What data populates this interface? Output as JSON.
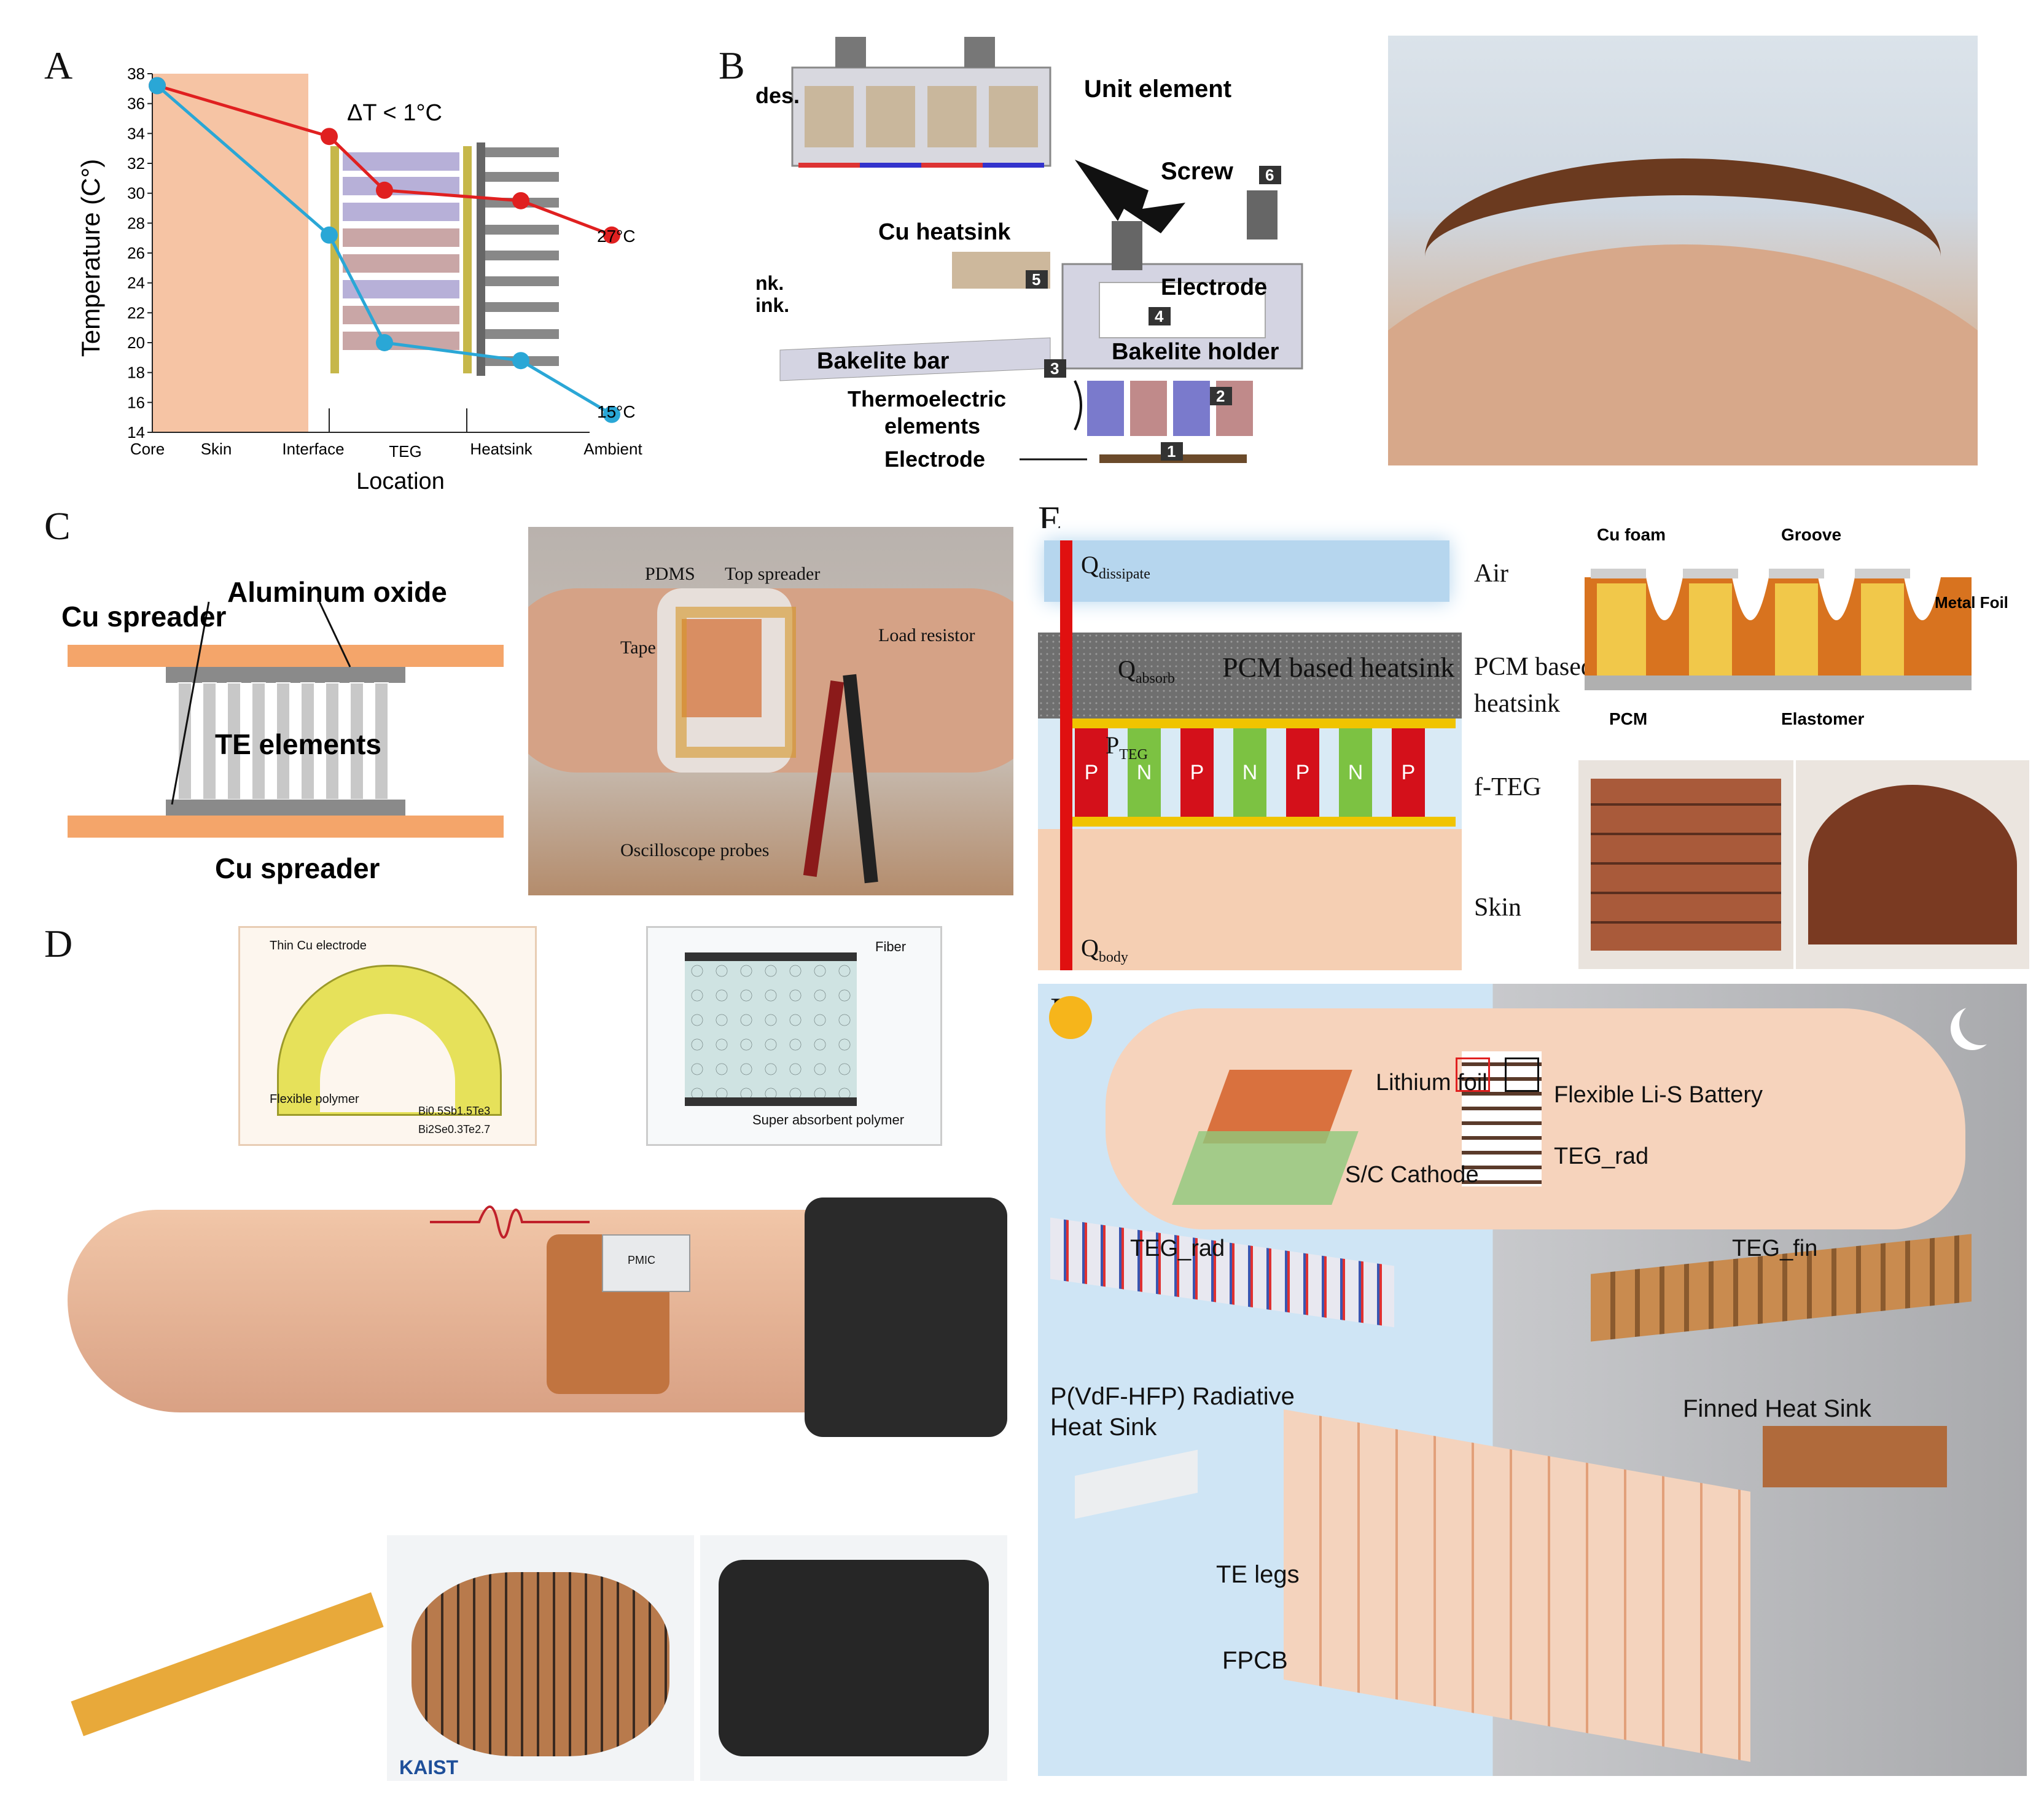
{
  "panels": {
    "A": {
      "letter": "A",
      "delta_label": "ΔT < 1°C",
      "right_label_top": "27°C",
      "right_label_bottom": "15°C",
      "x_ticks": [
        "Core",
        "Skin",
        "Interface",
        "TEG",
        "Heatsink",
        "Ambient"
      ],
      "xlabel": "Location",
      "ylabel": "Temperature (C°)"
    },
    "B": {
      "letter": "B",
      "labels": {
        "des": "des.",
        "unit": "Unit element",
        "screw": "Screw",
        "cu_heatsink": "Cu heatsink",
        "nk": "nk.",
        "ink": "ink.",
        "electrode_top": "Electrode",
        "bakelite_bar": "Bakelite bar",
        "bakelite_holder": "Bakelite holder",
        "thermo": "Thermoelectric",
        "elements": "elements",
        "electrode_bottom": "Electrode",
        "n1": "1",
        "n2": "2",
        "n3": "3",
        "n4": "4",
        "n5": "5",
        "n6": "6"
      }
    },
    "C": {
      "letter": "C",
      "labels": {
        "cu_top": "Cu spreader",
        "alox": "Aluminum oxide",
        "te": "TE elements",
        "cu_bottom": "Cu spreader",
        "pdms": "PDMS",
        "top_spreader": "Top spreader",
        "tape": "Tape",
        "load": "Load resistor",
        "osc": "Oscilloscope probes"
      }
    },
    "D": {
      "letter": "D",
      "labels": {
        "thin_cu": "Thin Cu electrode",
        "flex_poly": "Flexible polymer",
        "bi_sb": "Bi0.5Sb1.5Te3",
        "bi_se": "Bi2Se0.3Te2.7",
        "fiber": "Fiber",
        "sap": "Super absorbent polymer",
        "pmic": "PMIC",
        "kaist": "KAIST"
      }
    },
    "E": {
      "letter": "E",
      "labels": {
        "q_dissipate": "Q",
        "q_dissipate_sub": "dissipate",
        "q_absorb": "Q",
        "q_absorb_sub": "absorb",
        "pcm_heatsink": "PCM based heatsink",
        "p_teg": "P",
        "p_teg_sub": "TEG",
        "q_body": "Q",
        "q_body_sub": "body",
        "air": "Air",
        "pcm_based": "PCM based",
        "heatsink": "heatsink",
        "fteg": "f-TEG",
        "skin": "Skin",
        "cu_foam": "Cu foam",
        "groove": "Groove",
        "metal_foil": "Metal Foil",
        "pcm": "PCM",
        "elastomer": "Elastomer",
        "legs": [
          "P",
          "N",
          "P",
          "N",
          "P",
          "N",
          "P"
        ]
      }
    },
    "F": {
      "letter": "F",
      "labels": {
        "lithium": "Lithium foil",
        "sc": "S/C Cathode",
        "battery": "Flexible Li-S Battery",
        "teg_rad_top": "TEG_rad",
        "teg_rad": "TEG_rad",
        "teg_fin": "TEG_fin",
        "pvdf1": "P(VdF-HFP) Radiative",
        "pvdf2": "Heat Sink",
        "finned": "Finned Heat Sink",
        "te_legs": "TE legs",
        "fpcb": "FPCB"
      }
    }
  },
  "chart_data": {
    "type": "line",
    "title": "",
    "xlabel": "Location",
    "ylabel": "Temperature (C°)",
    "x": [
      "Core",
      "Interface",
      "TEG",
      "Heatsink",
      "Ambient"
    ],
    "ylim": [
      14,
      38
    ],
    "yticks": [
      14,
      16,
      18,
      20,
      22,
      24,
      26,
      28,
      30,
      32,
      34,
      36,
      38
    ],
    "series": [
      {
        "color": "#e02020",
        "values": [
          37.2,
          33.8,
          30.2,
          29.5,
          27.2
        ]
      },
      {
        "color": "#2aa7d6",
        "values": [
          37.2,
          27.2,
          20.0,
          18.8,
          15.2
        ]
      }
    ]
  }
}
